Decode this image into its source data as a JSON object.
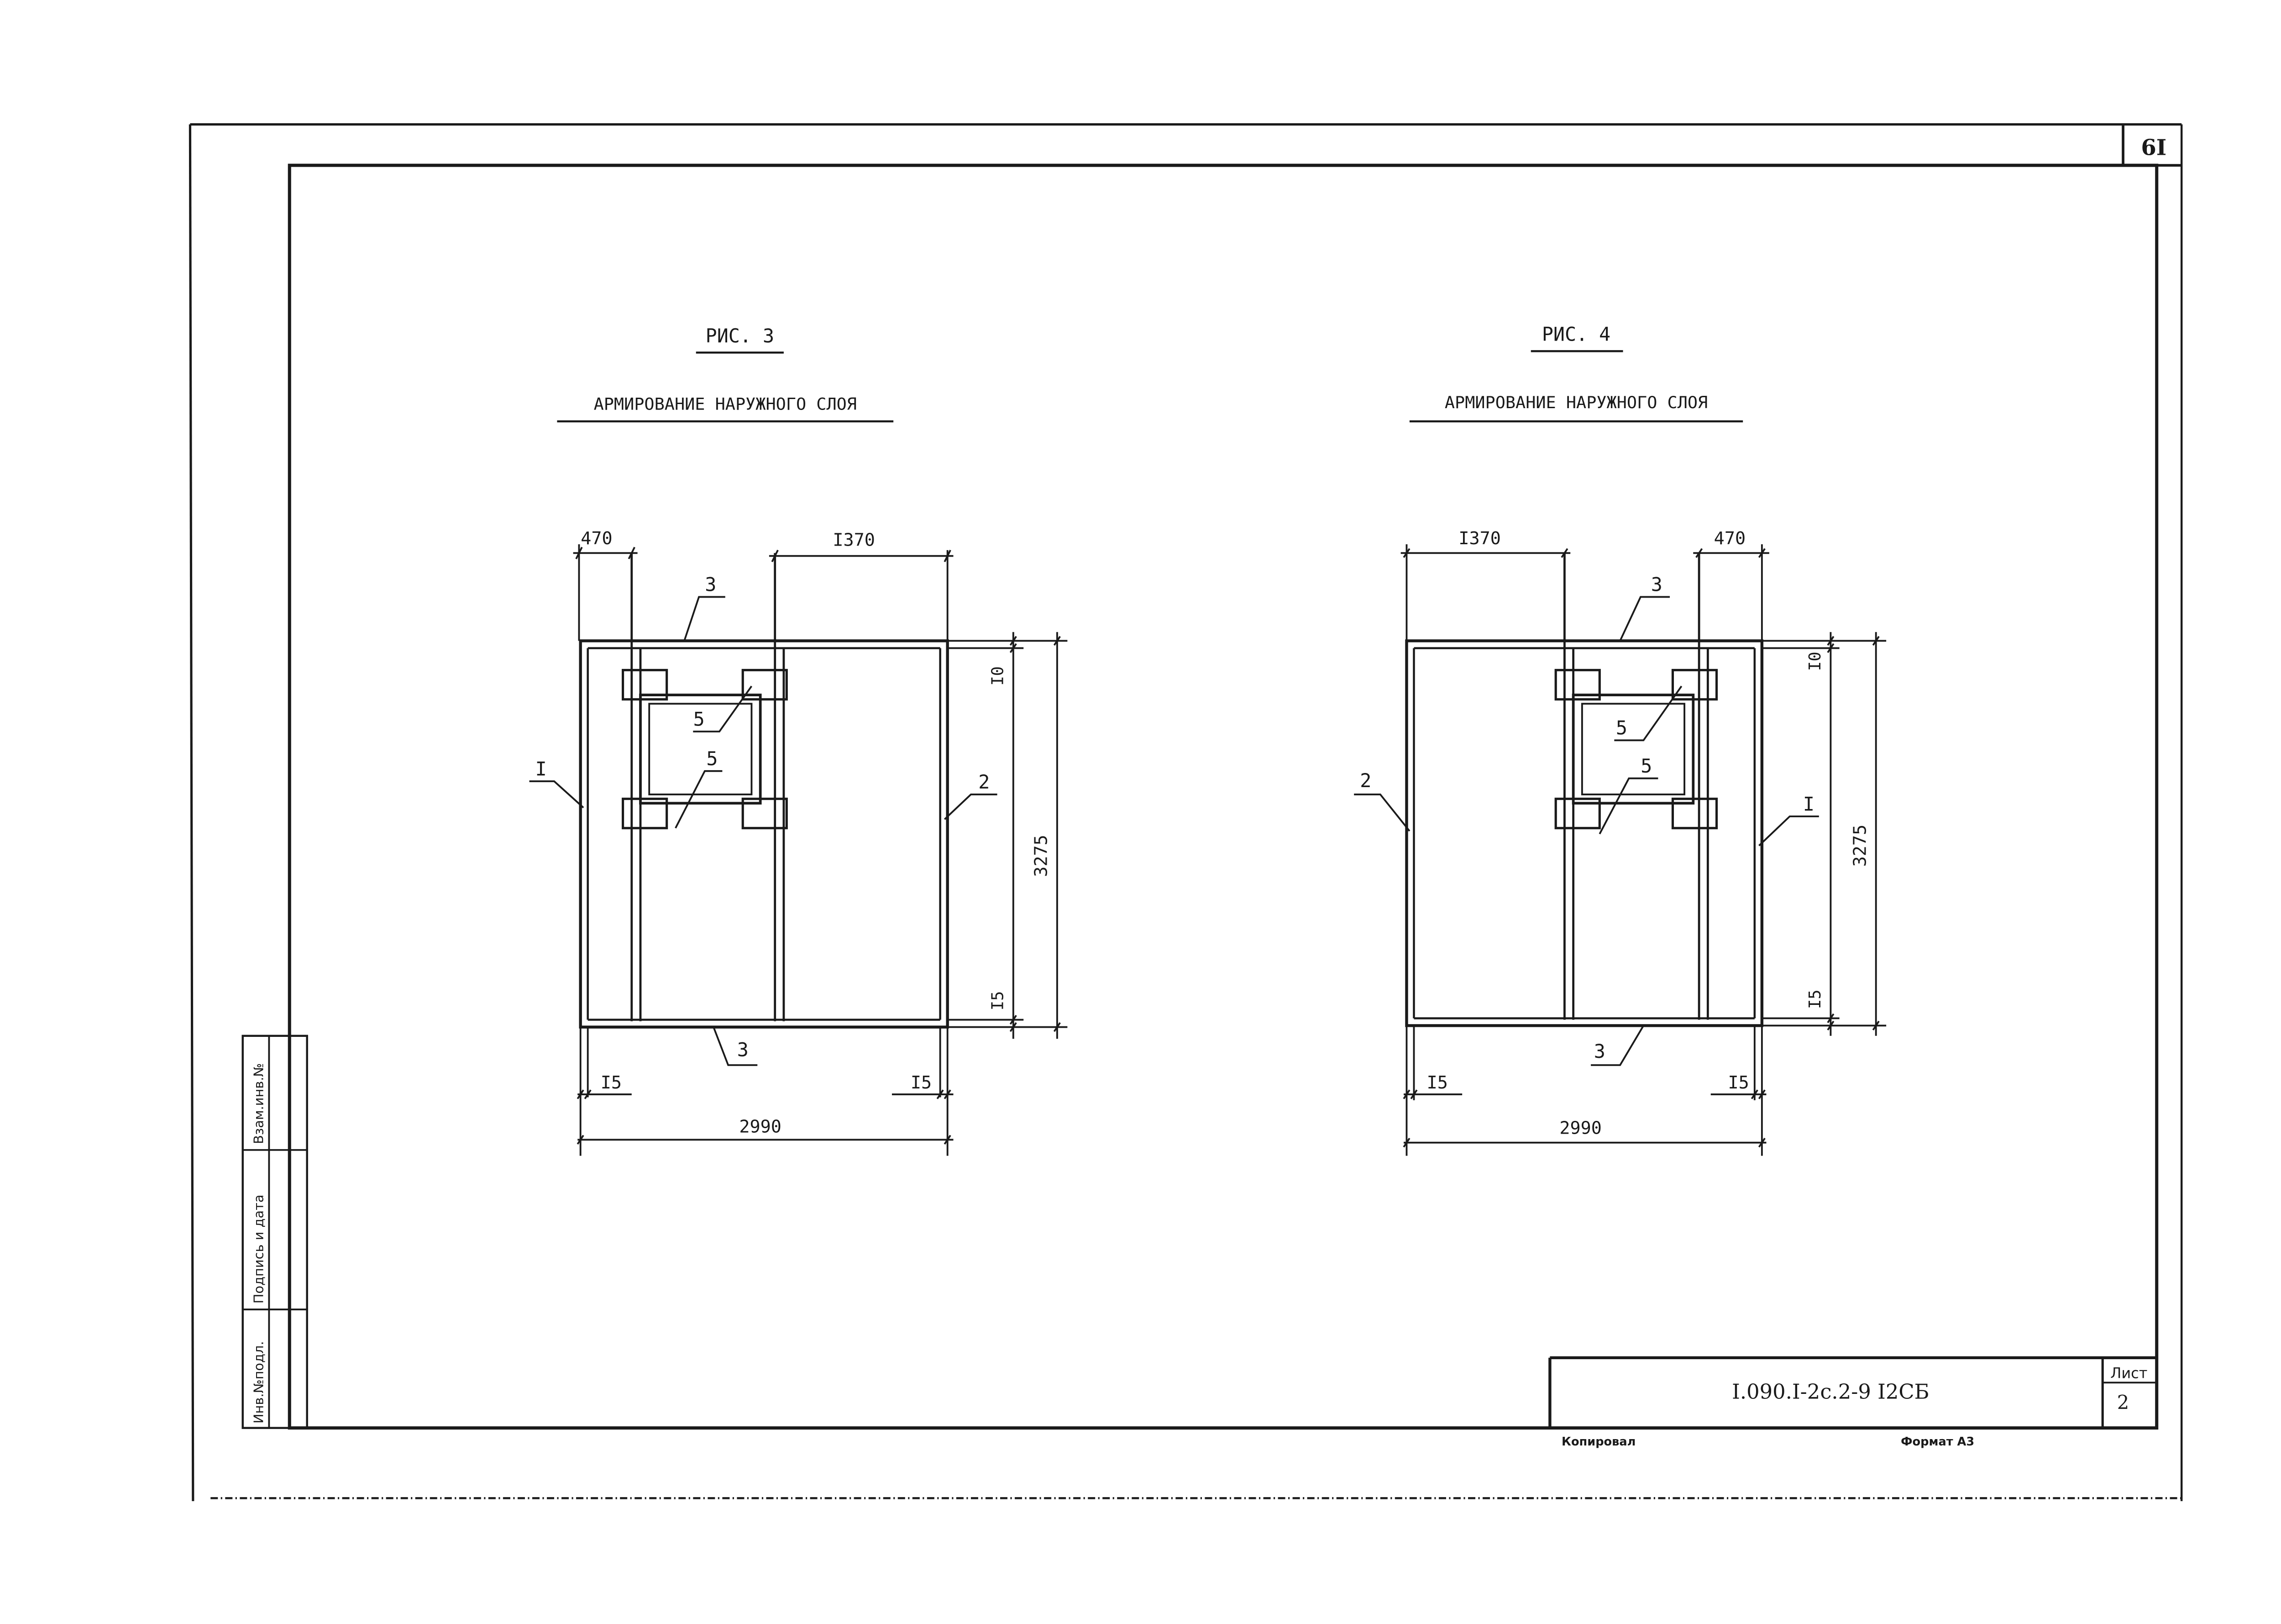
{
  "sheet": {
    "page_number": "6I",
    "designation": "I.090.I-2c.2-9 I2СБ",
    "sheet_label": "Лист",
    "sheet_value": "2",
    "copied_label": "Копировал",
    "format_label": "Формат А3",
    "side_stamp": [
      "Инв.№подл.",
      "Подпись и дата",
      "Взам.инв.№"
    ]
  },
  "figures": [
    {
      "fig_label": "РИС. 3",
      "title": "АРМИРОВАНИЕ НАРУЖНОГО СЛОЯ",
      "dims": {
        "top_small": "470",
        "top_large": "I370",
        "right_top": "I0",
        "right_total": "3275",
        "right_bottom": "I5",
        "bottom_left": "I5",
        "bottom_right": "I5",
        "bottom_total": "2990"
      },
      "callouts": {
        "top_bar": "3",
        "bottom_bar": "3",
        "left_bar": "I",
        "right_bar": "2",
        "upper_frame": "5",
        "lower_frame": "5"
      }
    },
    {
      "fig_label": "РИС. 4",
      "title": "АРМИРОВАНИЕ НАРУЖНОГО СЛОЯ",
      "dims": {
        "top_large": "I370",
        "top_small": "470",
        "right_top": "I0",
        "right_total": "3275",
        "right_bottom": "I5",
        "bottom_left": "I5",
        "bottom_right": "I5",
        "bottom_total": "2990"
      },
      "callouts": {
        "top_bar": "3",
        "bottom_bar": "3",
        "left_bar": "2",
        "right_bar": "I",
        "upper_frame": "5",
        "lower_frame": "5"
      }
    }
  ]
}
